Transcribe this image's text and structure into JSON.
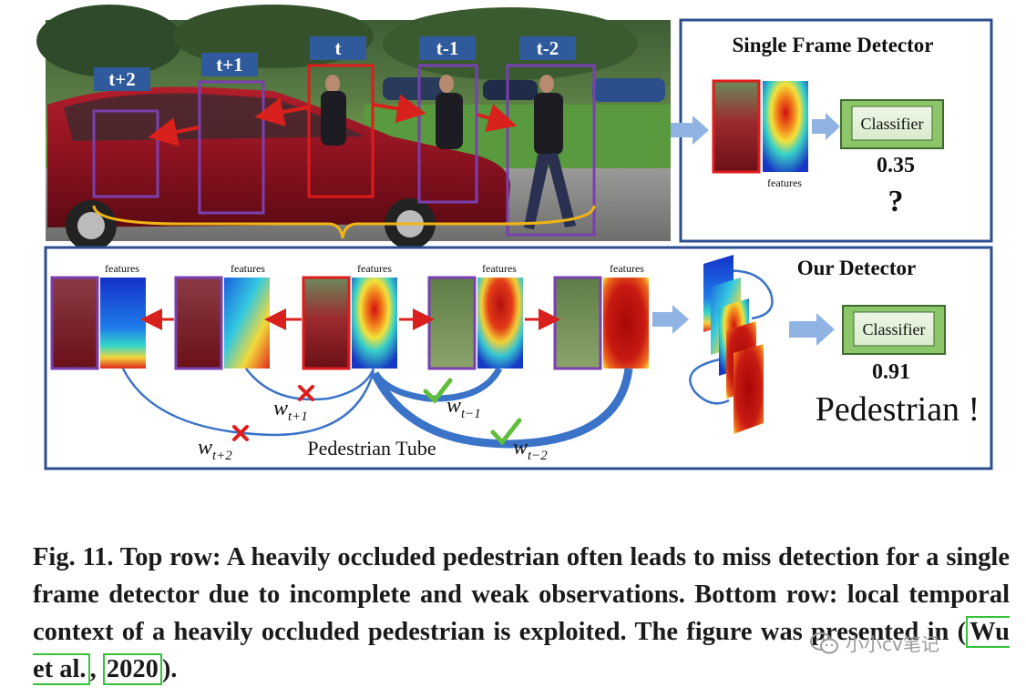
{
  "figure": {
    "time_labels": [
      "t+2",
      "t+1",
      "t",
      "t-1",
      "t-2"
    ],
    "single": {
      "title": "Single Frame Detector",
      "classifier": "Classifier",
      "features": "features",
      "score": "0.35",
      "question": "?"
    },
    "ours": {
      "title": "Our  Detector",
      "classifier": "Classifier",
      "score": "0.91",
      "result": "Pedestrian !",
      "features": [
        "features",
        "features",
        "features",
        "features",
        "features"
      ],
      "tube_label": "Pedestrian Tube",
      "weights": [
        {
          "base": "w",
          "sub": "t+1"
        },
        {
          "base": "w",
          "sub": "t+2"
        },
        {
          "base": "w",
          "sub": "t−1"
        },
        {
          "base": "w",
          "sub": "t−2"
        }
      ]
    }
  },
  "caption": {
    "text_before": "Fig. 11. Top row: A heavily occluded pedestrian often leads to miss detection for a single frame detector due to incomplete and weak observations. Bottom row:  local temporal context of a heavily occluded pedestrian is exploited. The figure was presented in (",
    "cite_author": "Wu et al.",
    "cite_sep": ", ",
    "cite_year": "2020",
    "text_after": ")."
  },
  "watermark": {
    "text": "小小cv笔记"
  },
  "colors": {
    "frame_border": "#2d4f8f",
    "red_box": "#e01b1b",
    "purple_box": "#7a3fb0",
    "label_bg": "#2f5a9c",
    "arrow_red": "#d8201c",
    "arrow_blue": "#8fb4e3",
    "curve_blue": "#3a73c8",
    "check_green": "#5fbf3a",
    "classifier_green": "#8cc56a"
  }
}
